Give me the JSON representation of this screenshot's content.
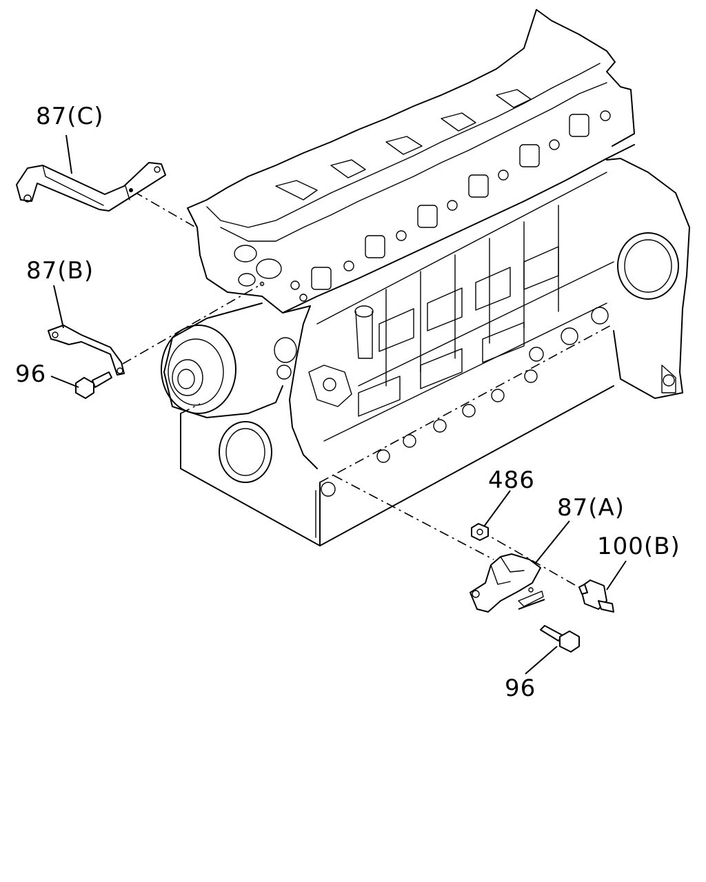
{
  "callouts": {
    "bracket_c": "87(C)",
    "bracket_b": "87(B)",
    "bolt_upper": "96",
    "nut": "486",
    "bracket_a": "87(A)",
    "sensor": "100(B)",
    "bolt_lower": "96"
  }
}
